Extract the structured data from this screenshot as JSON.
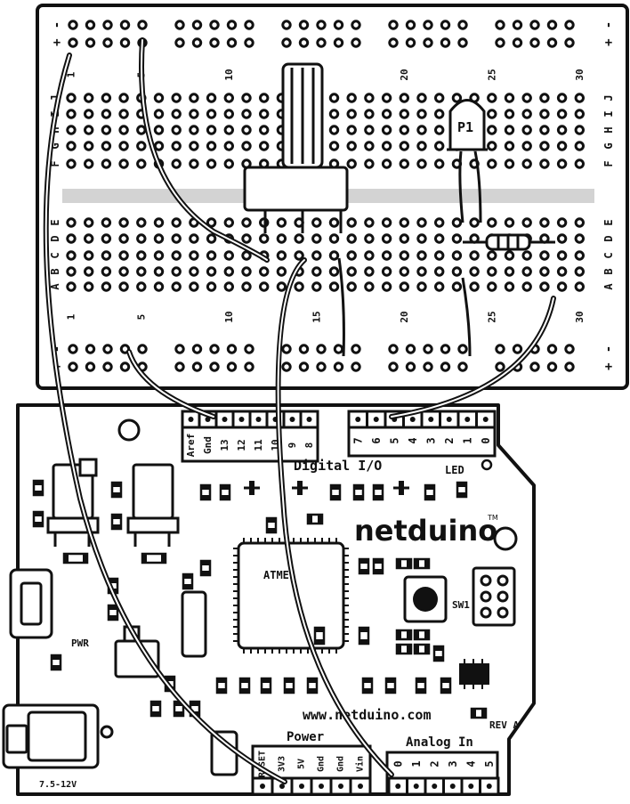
{
  "breadboard": {
    "rail_marks": {
      "minus": "-",
      "plus": "+"
    },
    "column_numbers": [
      "1",
      "5",
      "10",
      "15",
      "20",
      "25",
      "30"
    ],
    "rows_top": [
      "J",
      "I",
      "H",
      "G",
      "F"
    ],
    "rows_bottom": [
      "E",
      "D",
      "C",
      "B",
      "A"
    ]
  },
  "components": {
    "led_label": "P1"
  },
  "board": {
    "brand": "netduino",
    "tm": "TM",
    "website": "www.netduino.com",
    "revision": "REV A",
    "led_label": "LED",
    "sw_label": "SW1",
    "pwr_label": "PWR",
    "power_supply_label": "7.5-12V",
    "chip_logo": "ATMEL",
    "digital_header_label": "Digital I/O",
    "digital_pins_left": [
      "Aref",
      "Gnd",
      "13",
      "12",
      "11",
      "10",
      "9",
      "8"
    ],
    "digital_pins_right": [
      "7",
      "6",
      "5",
      "4",
      "3",
      "2",
      "1",
      "0"
    ],
    "power_header_label": "Power",
    "power_pins": [
      "RESET",
      "3V3",
      "5V",
      "Gnd",
      "Gnd",
      "Vin"
    ],
    "analog_header_label": "Analog In",
    "analog_pins": [
      "0",
      "1",
      "2",
      "3",
      "4",
      "5"
    ]
  }
}
